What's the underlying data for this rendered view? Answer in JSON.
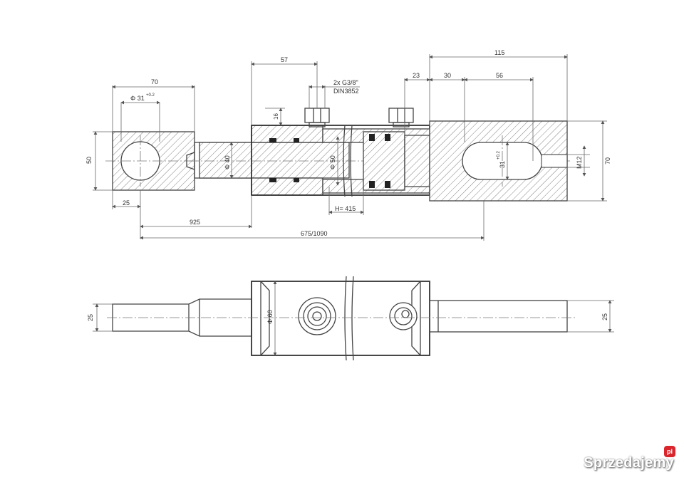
{
  "dimensions": {
    "d70_left": "70",
    "d31": "31",
    "d31_tol": "+0.2",
    "d50_height": "50",
    "d25_bottom": "25",
    "d925": "925",
    "d675": "675/1090",
    "d57": "57",
    "port_line1": "2x G3/8\"",
    "port_line2": "DIN3852",
    "d16": "16",
    "d40": "40",
    "d50_bore": "50",
    "stroke": "H= 415",
    "d115": "115",
    "d23": "23",
    "d30": "30",
    "d56": "56",
    "d31_right": "31",
    "d31_right_tol": "+0.2",
    "m12": "M12",
    "d70_right": "70",
    "d25_left_view": "25",
    "d60": "60",
    "d25_right_view": "25"
  },
  "watermark": {
    "text": "Sprzedajemy",
    "badge": "pl"
  }
}
